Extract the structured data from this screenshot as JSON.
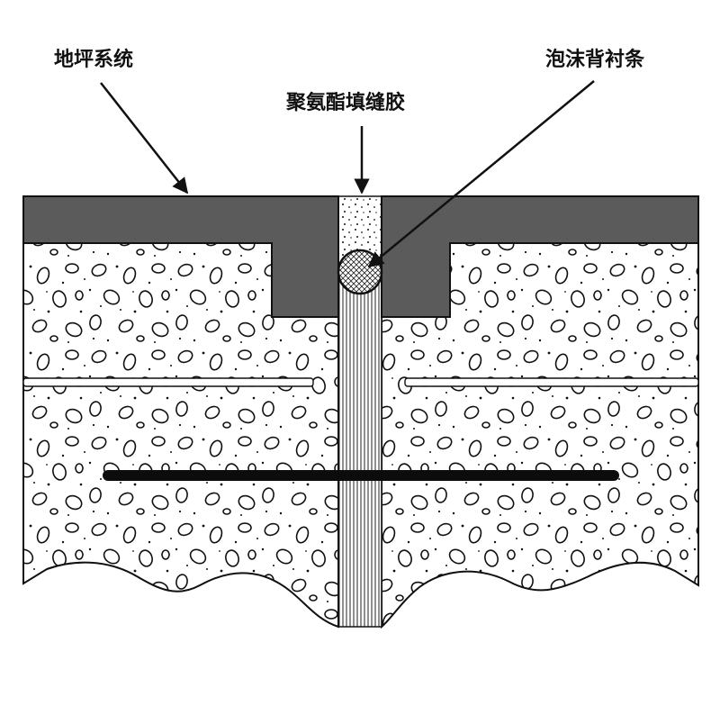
{
  "labels": {
    "floor_system": "地坪系统",
    "polyurethane_sealant": "聚氨酯填缝胶",
    "foam_backer_rod": "泡沫背衬条"
  },
  "colors": {
    "floor_coating": "#5b5b5b",
    "concrete_fill": "#ffffff",
    "line": "#111111",
    "rebar": "#0c0c0c"
  }
}
